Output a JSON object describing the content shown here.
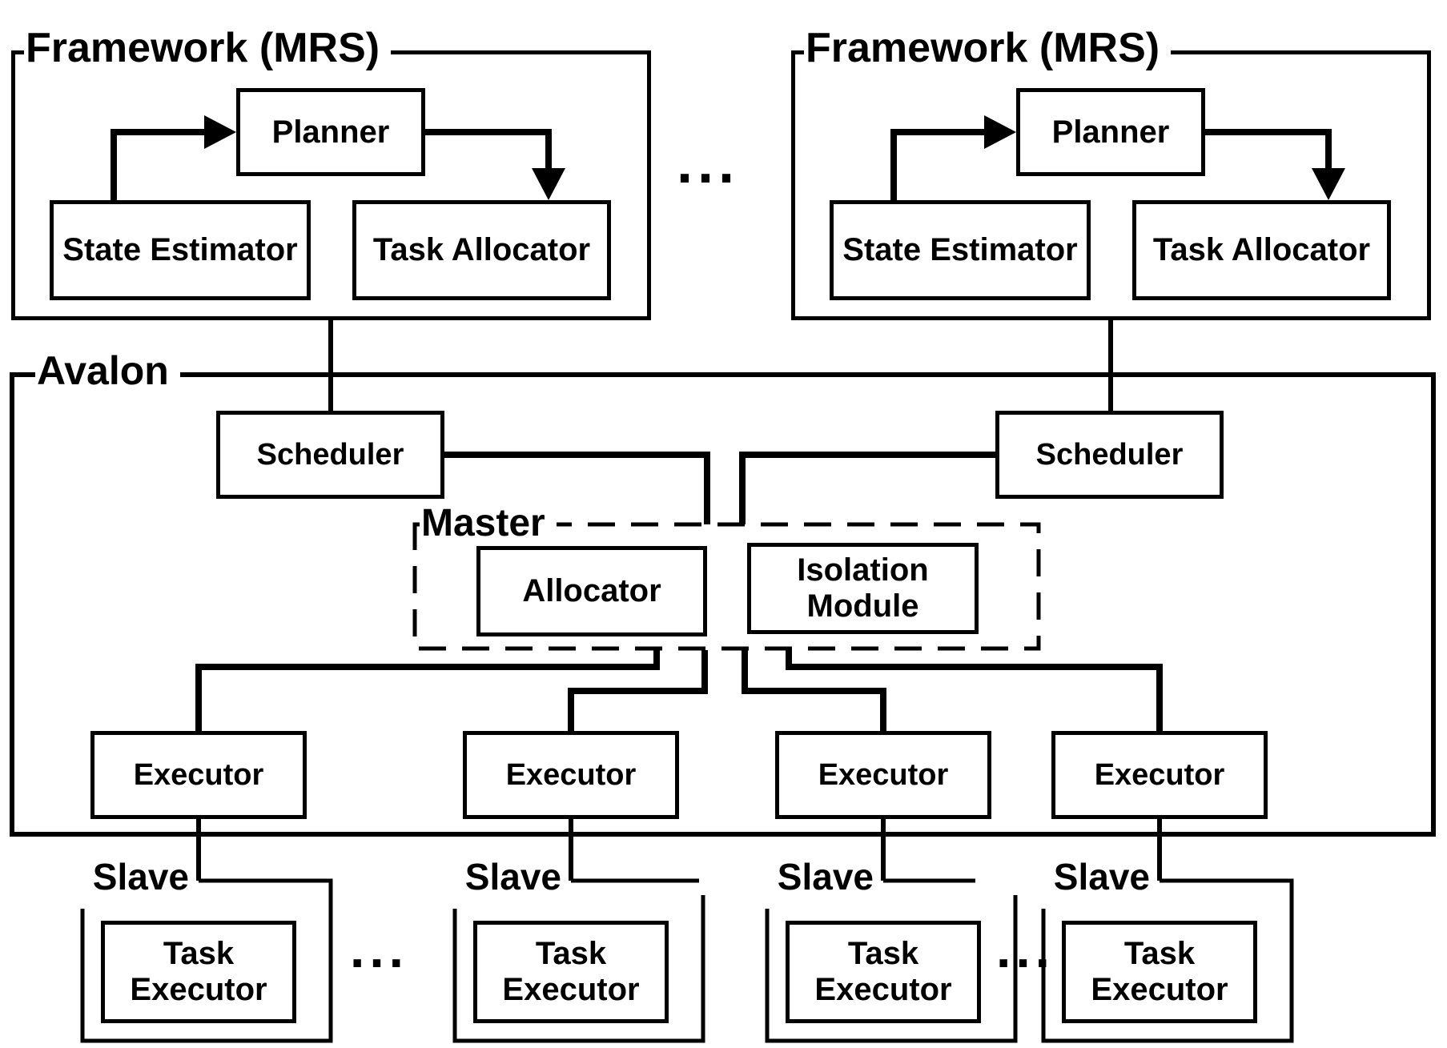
{
  "diagram": {
    "title_note": "Avalon master-slave multi-robot-system architecture diagram",
    "colors": {
      "line": "#000000",
      "background": "#ffffff"
    },
    "ellipsis_top": "...",
    "frameworks": [
      {
        "label": "Framework (MRS)",
        "planner": "Planner",
        "state_estimator": "State Estimator",
        "task_allocator": "Task Allocator"
      },
      {
        "label": "Framework (MRS)",
        "planner": "Planner",
        "state_estimator": "State Estimator",
        "task_allocator": "Task Allocator"
      }
    ],
    "avalon": {
      "label": "Avalon",
      "schedulers": [
        "Scheduler",
        "Scheduler"
      ],
      "master": {
        "label": "Master",
        "allocator": "Allocator",
        "isolation_module": "Isolation Module"
      },
      "executors": [
        "Executor",
        "Executor",
        "Executor",
        "Executor"
      ]
    },
    "slaves": [
      {
        "label": "Slave",
        "task_executor": "Task Executor"
      },
      {
        "label": "Slave",
        "task_executor": "Task Executor"
      },
      {
        "label": "Slave",
        "task_executor": "Task Executor"
      },
      {
        "label": "Slave",
        "task_executor": "Task Executor"
      }
    ],
    "slave_ellipses": [
      "...",
      "..."
    ]
  }
}
